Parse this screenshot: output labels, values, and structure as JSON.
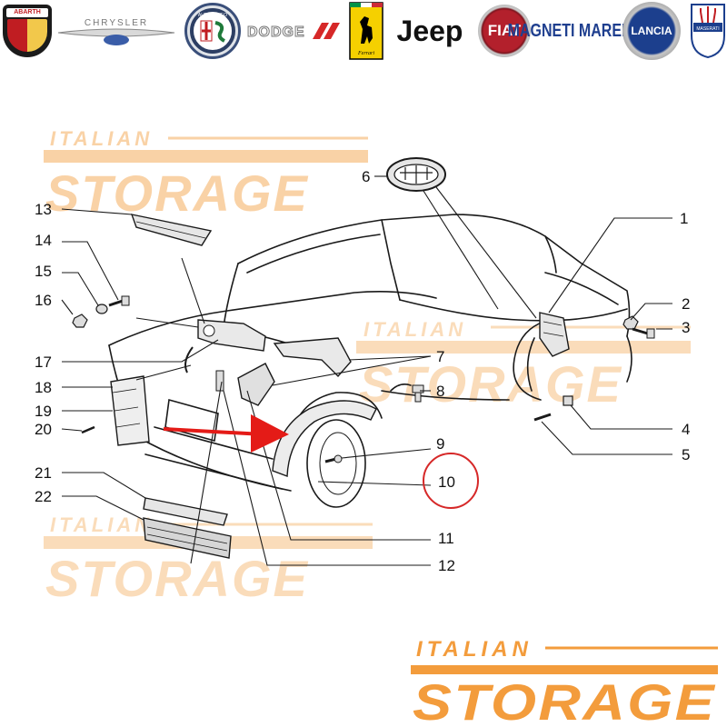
{
  "logos": [
    {
      "name": "abarth",
      "text": "ABARTH"
    },
    {
      "name": "chrysler",
      "text": "CHRYSLER"
    },
    {
      "name": "alfa-romeo",
      "text": "ALFA ROMEO"
    },
    {
      "name": "dodge",
      "text": "DODGE"
    },
    {
      "name": "ferrari",
      "text": "Ferrari"
    },
    {
      "name": "jeep",
      "text": "Jeep"
    },
    {
      "name": "fiat",
      "text": "FIAT"
    },
    {
      "name": "magneti-marelli",
      "text": "MAGNETI MARELLI"
    },
    {
      "name": "lancia",
      "text": "LANCIA"
    },
    {
      "name": "maserati",
      "text": "MASERATI"
    }
  ],
  "watermark": {
    "line1": "ITALIAN",
    "line2": "STORAGE"
  },
  "callouts": [
    "1",
    "2",
    "3",
    "4",
    "5",
    "6",
    "7",
    "8",
    "9",
    "10",
    "11",
    "12",
    "13",
    "14",
    "15",
    "16",
    "17",
    "18",
    "19",
    "20",
    "21",
    "22"
  ],
  "highlighted_callout": "10",
  "colors": {
    "accent": "#f39c3c",
    "watermark": "#f8c9a0",
    "arrow": "#e41b17",
    "circle": "#d62828",
    "lines": "#1a1a1a"
  }
}
